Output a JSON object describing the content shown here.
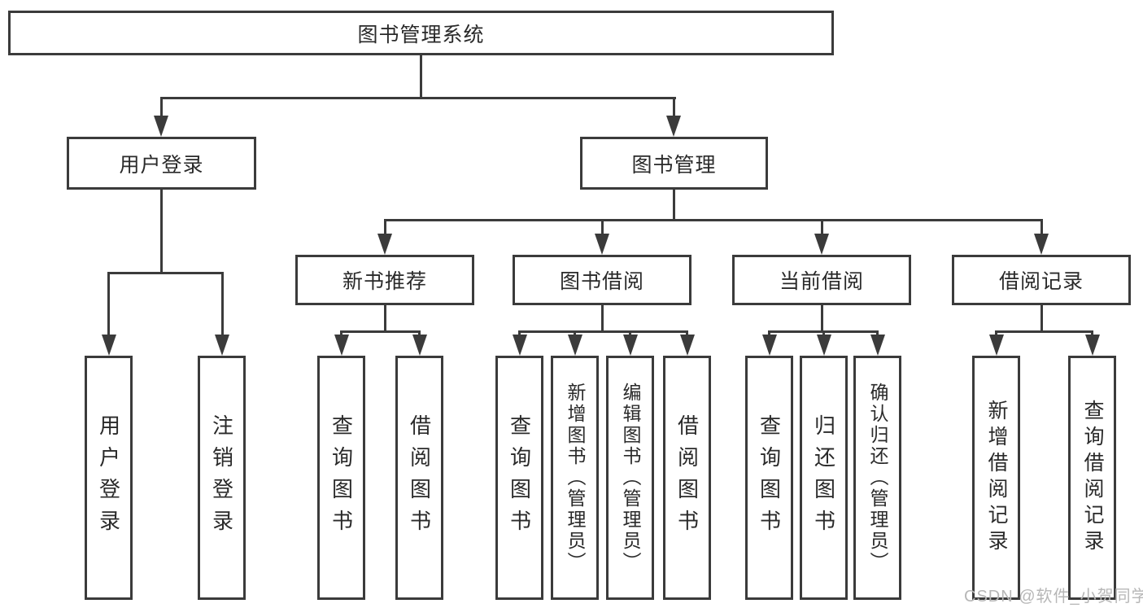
{
  "diagram": {
    "root": {
      "label": "图书管理系统"
    },
    "level2": [
      {
        "label": "用户登录"
      },
      {
        "label": "图书管理"
      }
    ],
    "level3": [
      {
        "label": "新书推荐"
      },
      {
        "label": "图书借阅"
      },
      {
        "label": "当前借阅"
      },
      {
        "label": "借阅记录"
      }
    ],
    "leaves": {
      "user_login": [
        "用户登录",
        "注销登录"
      ],
      "new_books": [
        "查询图书",
        "借阅图书"
      ],
      "book_borrow": [
        "查询图书",
        "新增图书（管理员）",
        "编辑图书（管理员）",
        "借阅图书"
      ],
      "current_borrow": [
        "查询图书",
        "归还图书",
        "确认归还（管理员）"
      ],
      "borrow_records": [
        "新增借阅记录",
        "查询借阅记录"
      ]
    }
  },
  "watermark": {
    "text": "CSDN @软件_小贺同学"
  },
  "colors": {
    "line": "#3b3b3b",
    "text": "#2a2a2a",
    "watermark": "#b7b7b7",
    "background": "#ffffff"
  }
}
